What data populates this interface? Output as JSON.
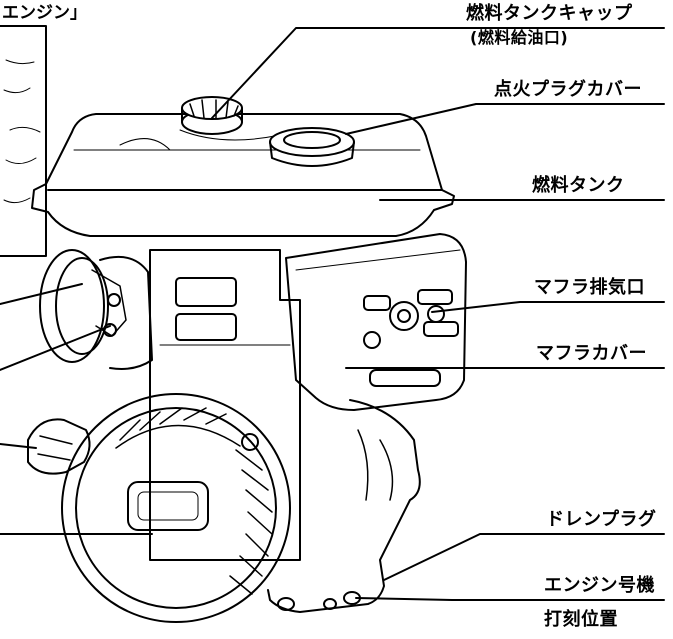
{
  "corner_caption": "エンジン」",
  "labels": {
    "fuel_cap": "燃料タンクキャップ",
    "fuel_cap_sub": "(燃料給油口)",
    "plug_cover": "点火プラグカバー",
    "fuel_tank": "燃料タンク",
    "muffler_outlet": "マフラ排気口",
    "muffler_cover": "マフラカバー",
    "drain_plug": "ドレンプラグ",
    "serial_number": "エンジン号機",
    "serial_position": "打刻位置"
  },
  "colors": {
    "ink": "#000000",
    "paper": "#ffffff"
  }
}
